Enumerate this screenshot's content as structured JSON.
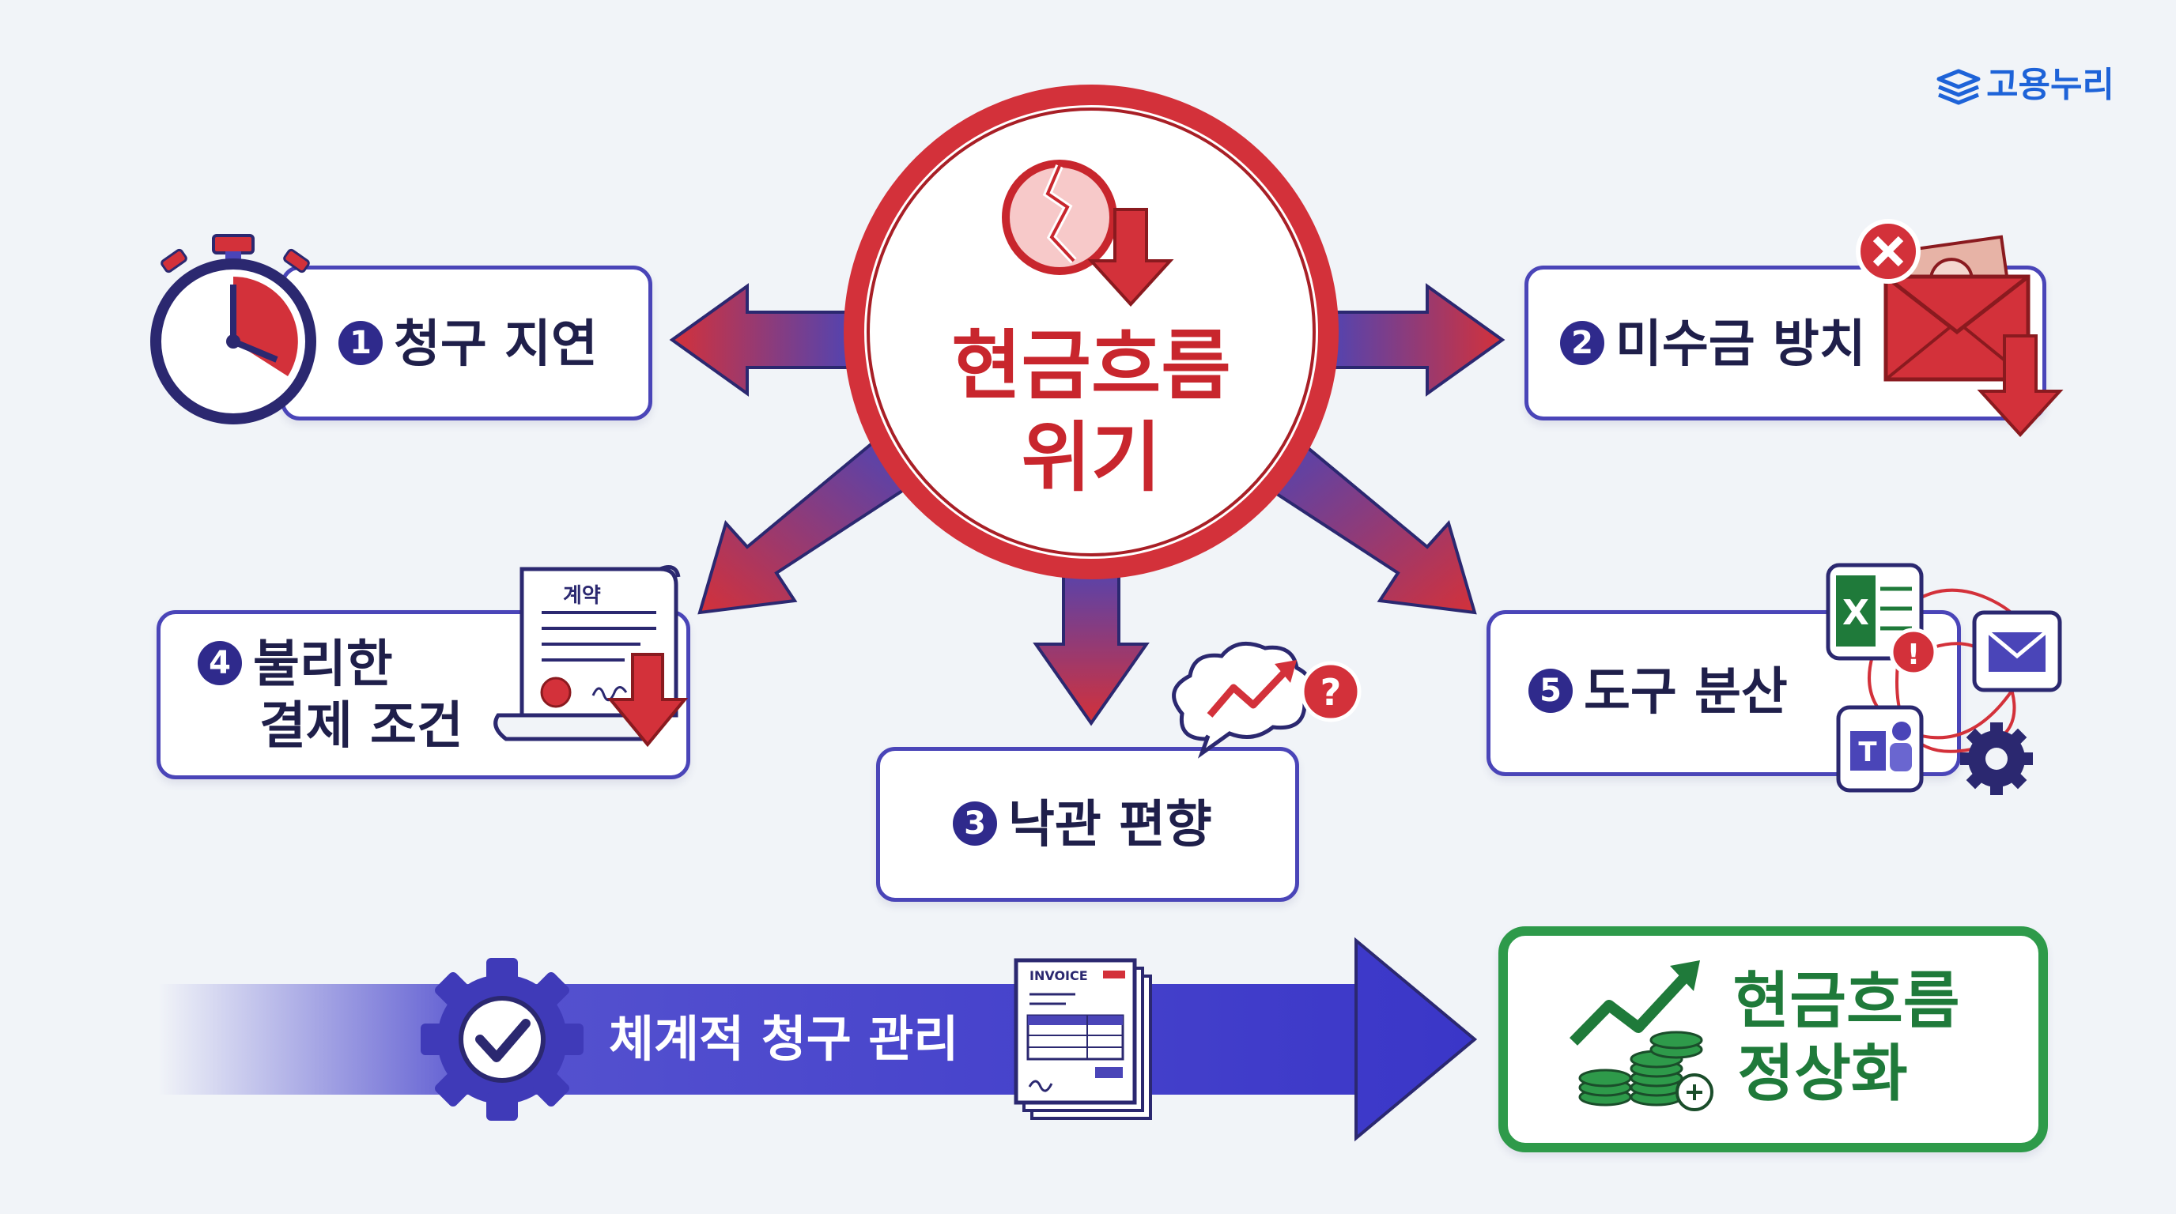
{
  "brand": {
    "name": "고용누리"
  },
  "center": {
    "line1": "현금흐름",
    "line2": "위기"
  },
  "causes": [
    {
      "num": "1",
      "label": "청구 지연"
    },
    {
      "num": "2",
      "label": "미수금 방치"
    },
    {
      "num": "3",
      "label": "낙관 편향"
    },
    {
      "num": "4",
      "line1": "불리한",
      "line2": "결제 조건"
    },
    {
      "num": "5",
      "label": "도구 분산"
    }
  ],
  "contract": {
    "title": "계약"
  },
  "invoice": {
    "title": "INVOICE"
  },
  "solution": {
    "label": "체계적 청구 관리"
  },
  "result": {
    "line1": "현금흐름",
    "line2": "정상화"
  },
  "icons": [
    "stopwatch-icon",
    "broken-circle-down-icon",
    "envelope-money-icon",
    "contract-document-icon",
    "chart-bubble-question-icon",
    "excel-icon",
    "email-icon",
    "teams-icon",
    "gear-icon",
    "gear-check-icon",
    "invoice-document-icon",
    "coins-growth-icon"
  ],
  "colors": {
    "red": "#d3313a",
    "navy": "#4a45b8",
    "green": "#2e9a4a",
    "brand": "#1e63d8"
  }
}
